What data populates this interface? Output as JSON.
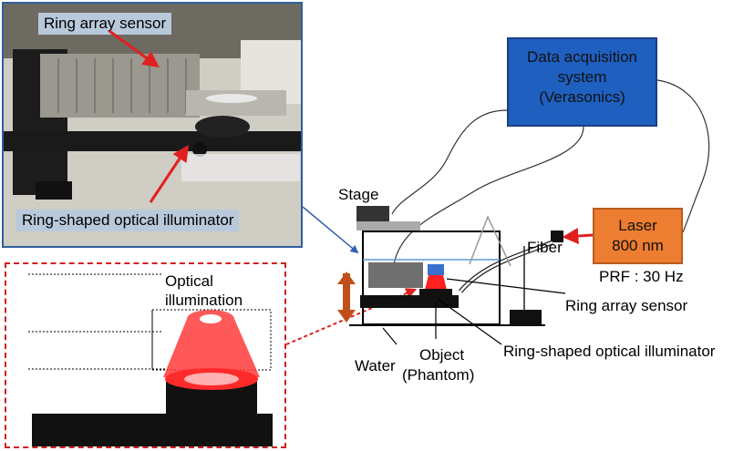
{
  "photo": {
    "label_sensor": "Ring array sensor",
    "label_illuminator": "Ring-shaped optical illuminator"
  },
  "inset": {
    "label_illumination_line1": "Optical",
    "label_illumination_line2": "illumination"
  },
  "setup": {
    "daq_line1": "Data acquisition",
    "daq_line2": "system",
    "daq_line3": "(Verasonics)",
    "laser_line1": "Laser",
    "laser_line2": "800 nm",
    "prf": "PRF : 30 Hz",
    "fiber": "Fiber",
    "stage": "Stage",
    "water": "Water",
    "object_line1": "Object",
    "object_line2": "(Phantom)",
    "ring_array_sensor": "Ring array sensor",
    "ring_illuminator": "Ring-shaped optical illuminator"
  },
  "colors": {
    "daq_fill": "#1f5fbf",
    "laser_fill": "#ed7d31",
    "arrow_red": "#e02020",
    "frame_blue": "#2f5f9e",
    "stage_arrow": "#c0501a"
  }
}
